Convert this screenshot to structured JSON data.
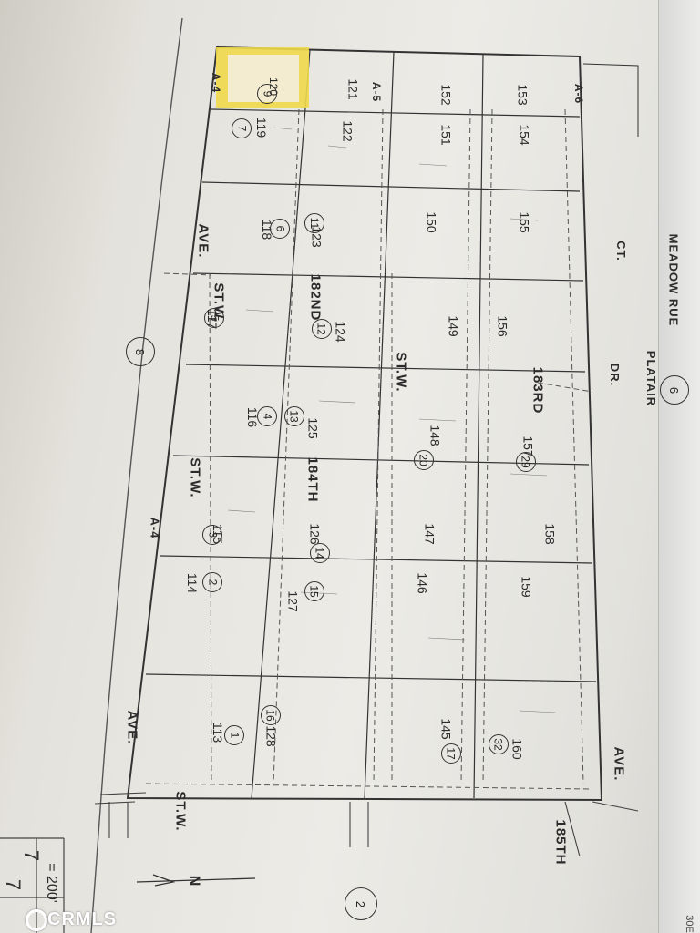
{
  "map": {
    "roads": [
      {
        "id": "ave-top",
        "text": "AVE."
      },
      {
        "id": "st-w-1",
        "text": "ST.W."
      },
      {
        "id": "182nd",
        "text": "182ND"
      },
      {
        "id": "st-w-2",
        "text": "ST.W."
      },
      {
        "id": "184th",
        "text": "184TH"
      },
      {
        "id": "st-w-3",
        "text": "ST.W."
      },
      {
        "id": "ave-left",
        "text": "AVE."
      },
      {
        "id": "st-w-4",
        "text": "ST.W."
      },
      {
        "id": "185th",
        "text": "185TH"
      },
      {
        "id": "ave-bottom",
        "text": "AVE."
      },
      {
        "id": "meadow-rue",
        "text": "MEADOW RUE"
      },
      {
        "id": "ct",
        "text": "CT."
      },
      {
        "id": "platair",
        "text": "PLATAIR"
      },
      {
        "id": "dr",
        "text": "DR."
      },
      {
        "id": "183rd",
        "text": "183RD"
      }
    ],
    "parcels": [
      "119",
      "120",
      "121",
      "152",
      "153",
      "118",
      "123",
      "150",
      "155",
      "117",
      "124",
      "149",
      "156",
      "116",
      "125",
      "148",
      "157",
      "115",
      "126",
      "147",
      "158",
      "114",
      "127",
      "146",
      "159",
      "113",
      "128",
      "145",
      "160",
      "122",
      "151",
      "154"
    ],
    "area_labels": [
      "A-4",
      "A-6",
      "A-5",
      "A-4"
    ],
    "sheet_circles": [
      "8",
      "6",
      "2"
    ],
    "sheet_number": "7",
    "scale": "= 200'",
    "north": "N",
    "watermark": "CRMLS",
    "corner": "30E"
  }
}
